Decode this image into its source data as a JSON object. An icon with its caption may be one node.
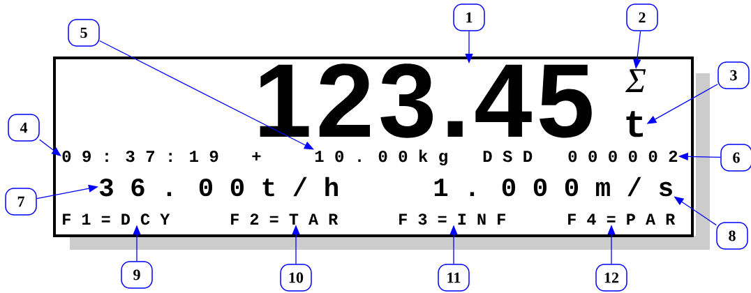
{
  "diagram": {
    "nodes": [
      {
        "text": [],
        "shape": "box"
      },
      {
        "text": [
          "123.45"
        ],
        "in": 0
      },
      {
        "text": [
          "Σ"
        ],
        "in": 0
      },
      {
        "text": [
          "t"
        ],
        "in": 0
      },
      {
        "text": [
          "0 9 : 3 7 : 1 9"
        ],
        "in": 0
      },
      {
        "text": [
          "+"
        ],
        "in": 0
      },
      {
        "text": [
          "1 0 . 0 0 k g"
        ],
        "in": 0
      },
      {
        "text": [
          "D S D"
        ],
        "in": 0
      },
      {
        "text": [
          "0 0 0 0 0 2"
        ],
        "in": 0
      },
      {
        "text": [
          "3 6 . 0 0 t / h"
        ],
        "in": 0
      },
      {
        "text": [
          "1 . 0 0 0 m / s"
        ],
        "in": 0
      },
      {
        "text": [
          "F 1 = D C Y"
        ],
        "in": 0
      },
      {
        "text": [
          "F 2 = T A R"
        ],
        "in": 0
      },
      {
        "text": [
          "F 3 = I N F"
        ],
        "in": 0
      },
      {
        "text": [
          "F 4 = P A R"
        ],
        "in": 0
      },
      {
        "text": [
          "1"
        ]
      },
      {
        "text": [
          "2"
        ]
      },
      {
        "text": [
          "3"
        ]
      },
      {
        "text": [
          "4"
        ]
      },
      {
        "text": [
          "5"
        ]
      },
      {
        "text": [
          "6"
        ]
      },
      {
        "text": [
          "7"
        ]
      },
      {
        "text": [
          "8"
        ]
      },
      {
        "text": [
          "9"
        ]
      },
      {
        "text": [
          "10"
        ]
      },
      {
        "text": [
          "11"
        ]
      },
      {
        "text": [
          "12"
        ]
      }
    ],
    "edges": [
      {
        "from": 15,
        "to": 1,
        "arrow": "to"
      },
      {
        "from": 16,
        "to": 2,
        "arrow": "to"
      },
      {
        "from": 17,
        "to": 3,
        "arrow": "to"
      },
      {
        "from": 18,
        "to": 4,
        "arrow": "to"
      },
      {
        "from": 19,
        "to": 6,
        "arrow": "to"
      },
      {
        "from": 20,
        "to": 8,
        "arrow": "to"
      },
      {
        "from": 21,
        "to": 9,
        "arrow": "to"
      },
      {
        "from": 22,
        "to": 10,
        "arrow": "to"
      },
      {
        "from": 23,
        "to": 11,
        "arrow": "to"
      },
      {
        "from": 24,
        "to": 12,
        "arrow": "to"
      },
      {
        "from": 25,
        "to": 13,
        "arrow": "to"
      },
      {
        "from": 26,
        "to": 14,
        "arrow": "to"
      }
    ]
  }
}
